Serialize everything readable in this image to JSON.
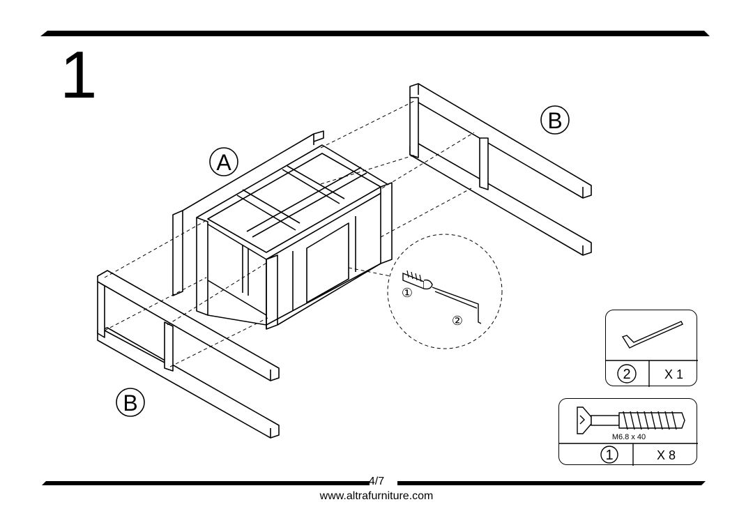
{
  "step": {
    "number": "1"
  },
  "labels": {
    "part_a": "A",
    "part_b_top": "B",
    "part_b_bottom": "B"
  },
  "callout": {
    "screw_marker": "①",
    "key_marker": "②"
  },
  "hardware": {
    "tool": {
      "marker": "2",
      "quantity": "X 1",
      "icon": "allen-key-icon"
    },
    "screw": {
      "marker": "1",
      "quantity": "X 8",
      "size": "M6.8 x 40",
      "icon": "screw-icon"
    }
  },
  "footer": {
    "page": "4/7",
    "url": "www.altrafurniture.com"
  }
}
